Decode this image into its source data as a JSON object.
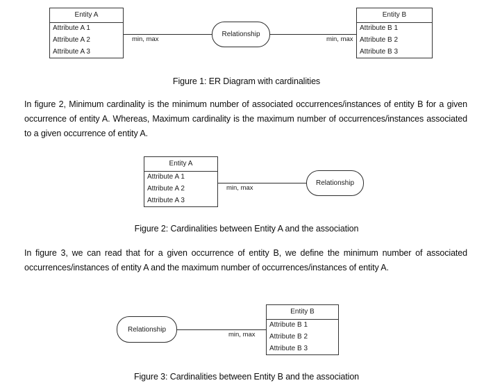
{
  "document": {
    "figure1": {
      "entity_a": {
        "title": "Entity A",
        "attributes": [
          "Attribute A 1",
          "Attribute A 2",
          "Attribute A 3"
        ]
      },
      "relationship": {
        "label": "Relationship"
      },
      "entity_b": {
        "title": "Entity B",
        "attributes": [
          "Attribute B 1",
          "Attribute B 2",
          "Attribute B 3"
        ]
      },
      "cardinality_left": "min, max",
      "cardinality_right": "min, max",
      "caption": "Figure 1: ER Diagram with cardinalities"
    },
    "paragraph1": "In figure 2,  Minimum cardinality is the minimum number of associated occurrences/instances of entity B for a given occurrence of entity A. Whereas, Maximum cardinality is the maximum number of occurrences/instances associated to a given occurrence of entity A.",
    "figure2": {
      "entity_a": {
        "title": "Entity A",
        "attributes": [
          "Attribute A 1",
          "Attribute A 2",
          "Attribute A 3"
        ]
      },
      "relationship": {
        "label": "Relationship"
      },
      "cardinality": "min, max",
      "caption": "Figure 2: Cardinalities between Entity A and the association"
    },
    "paragraph2": "In figure 3, we can read that for a given occurrence of entity B, we define the minimum number of associated occurrences/instances of entity A and the maximum number of occurrences/instances of entity A.",
    "figure3": {
      "relationship": {
        "label": "Relationship"
      },
      "entity_b": {
        "title": "Entity B",
        "attributes": [
          "Attribute B 1",
          "Attribute B 2",
          "Attribute B 3"
        ]
      },
      "cardinality": "min, max",
      "caption": "Figure 3: Cardinalities between Entity B and the association"
    }
  },
  "colors": {
    "stroke": "#333333",
    "text": "#1a1a1a",
    "background": "#ffffff"
  }
}
